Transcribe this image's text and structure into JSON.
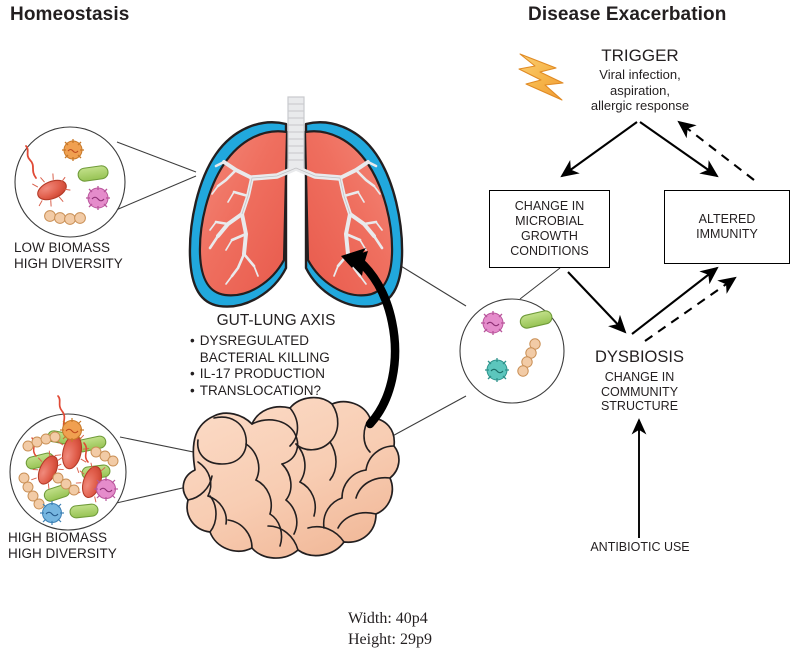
{
  "figure": {
    "panels": {
      "left_title": "Homeostasis",
      "right_title": "Disease Exacerbation"
    },
    "lung_inset": {
      "label": "LOW BIOMASS\nHIGH DIVERSITY",
      "icon": "microbe-circle-icon",
      "microbes": [
        {
          "type": "virus",
          "color": "#f09a3e"
        },
        {
          "type": "bacillus-flagellated",
          "color": "#e05d4a"
        },
        {
          "type": "rod",
          "color": "#a8cf6a"
        },
        {
          "type": "virus",
          "color": "#e58ccb"
        },
        {
          "type": "cocci-chain",
          "color": "#e8b98f"
        }
      ]
    },
    "gut_inset": {
      "label": "HIGH BIOMASS\nHIGH DIVERSITY",
      "icon": "microbe-circle-icon",
      "microbes": [
        {
          "type": "virus",
          "color": "#f09a3e"
        },
        {
          "type": "virus",
          "color": "#e58ccb"
        },
        {
          "type": "virus",
          "color": "#76b6e0"
        },
        {
          "type": "bacillus-flagellated",
          "color": "#e05d4a"
        },
        {
          "type": "rod",
          "color": "#a8cf6a"
        },
        {
          "type": "cocci-chain",
          "color": "#e8b98f"
        }
      ]
    },
    "dysbiosis_inset": {
      "icon": "microbe-circle-icon",
      "microbes": [
        {
          "type": "virus",
          "color": "#e58ccb"
        },
        {
          "type": "rod",
          "color": "#a8cf6a"
        },
        {
          "type": "virus",
          "color": "#5cc6bd"
        },
        {
          "type": "cocci-chain",
          "color": "#e8b98f"
        }
      ]
    },
    "gut_lung_axis": {
      "title": "GUT-LUNG AXIS",
      "bullets": [
        "DYSREGULATED\nBACTERIAL KILLING",
        "IL-17 PRODUCTION",
        "TRANSLOCATION?"
      ],
      "bullet_glyph": "•",
      "arrow_icon": "curved-arrow-gut-to-lung-icon"
    },
    "trigger": {
      "title": "TRIGGER",
      "subtitle": "Viral infection,\naspiration,\nallergic response",
      "icon": "lightning-bolt-icon",
      "icon_color": "#f6b449"
    },
    "flow_boxes": [
      {
        "id": "change-in-microbial-growth-conditions",
        "label": "CHANGE IN\nMICROBIAL\nGROWTH\nCONDITIONS"
      },
      {
        "id": "altered-immunity",
        "label": "ALTERED\nIMMUNITY"
      }
    ],
    "dysbiosis": {
      "title": "DYSBIOSIS",
      "subtitle": "CHANGE IN\nCOMMUNITY\nSTRUCTURE"
    },
    "antibiotic": {
      "label": "ANTIBIOTIC USE",
      "arrow_icon": "up-arrow-icon"
    },
    "dimensions_caption": "Width: 40p4\nHeight: 29p9",
    "colors": {
      "lung_fill": "#ef6f5f",
      "lung_pleura": "#21a8dd",
      "airway": "#e9eaec",
      "intestine_fill": "#f8cdb3",
      "stroke": "#231f20",
      "bolt": "#f6b449"
    },
    "organs": {
      "lungs_icon": "lungs-illustration",
      "intestine_icon": "intestine-illustration"
    }
  }
}
